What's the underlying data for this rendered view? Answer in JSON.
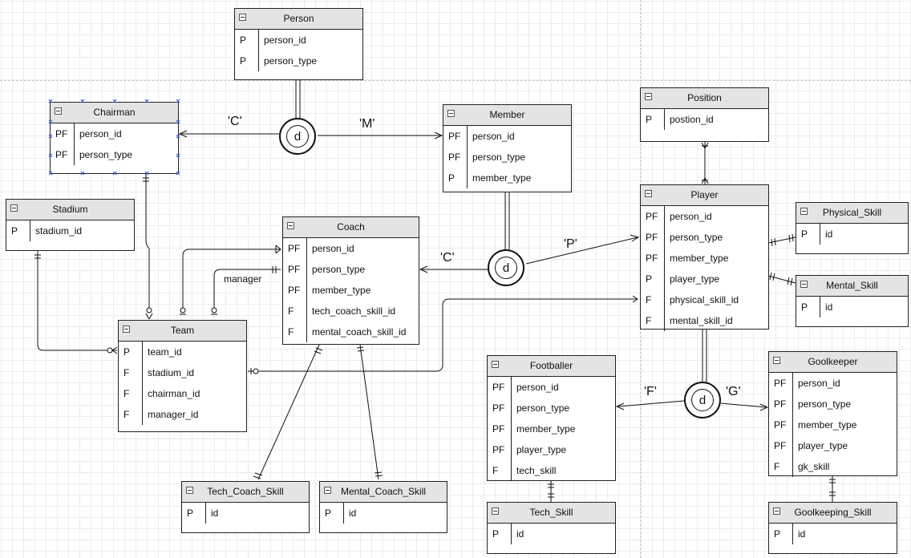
{
  "entities": {
    "person": {
      "title": "Person",
      "rows": [
        {
          "key": "P",
          "attr": "person_id"
        },
        {
          "key": "P",
          "attr": "person_type"
        }
      ]
    },
    "chairman": {
      "title": "Chairman",
      "rows": [
        {
          "key": "PF",
          "attr": "person_id"
        },
        {
          "key": "PF",
          "attr": "person_type"
        }
      ]
    },
    "member": {
      "title": "Member",
      "rows": [
        {
          "key": "PF",
          "attr": "person_id"
        },
        {
          "key": "PF",
          "attr": "person_type"
        },
        {
          "key": "P",
          "attr": "member_type"
        }
      ]
    },
    "position": {
      "title": "Position",
      "rows": [
        {
          "key": "P",
          "attr": "postion_id"
        }
      ]
    },
    "stadium": {
      "title": "Stadium",
      "rows": [
        {
          "key": "P",
          "attr": "stadium_id"
        }
      ]
    },
    "coach": {
      "title": "Coach",
      "rows": [
        {
          "key": "PF",
          "attr": "person_id"
        },
        {
          "key": "PF",
          "attr": "person_type"
        },
        {
          "key": "PF",
          "attr": "member_type"
        },
        {
          "key": "F",
          "attr": "tech_coach_skill_id"
        },
        {
          "key": "F",
          "attr": "mental_coach_skill_id"
        }
      ]
    },
    "player": {
      "title": "Player",
      "rows": [
        {
          "key": "PF",
          "attr": "person_id"
        },
        {
          "key": "PF",
          "attr": "person_type"
        },
        {
          "key": "PF",
          "attr": "member_type"
        },
        {
          "key": "P",
          "attr": "player_type"
        },
        {
          "key": "F",
          "attr": "physical_skill_id"
        },
        {
          "key": "F",
          "attr": "mental_skill_id"
        }
      ]
    },
    "physical_skill": {
      "title": "Physical_Skill",
      "rows": [
        {
          "key": "P",
          "attr": "id"
        }
      ]
    },
    "mental_skill": {
      "title": "Mental_Skill",
      "rows": [
        {
          "key": "P",
          "attr": "id"
        }
      ]
    },
    "team": {
      "title": "Team",
      "rows": [
        {
          "key": "P",
          "attr": "team_id"
        },
        {
          "key": "F",
          "attr": "stadium_id"
        },
        {
          "key": "F",
          "attr": "chairman_id"
        },
        {
          "key": "F",
          "attr": "manager_id"
        }
      ]
    },
    "footballer": {
      "title": "Footballer",
      "rows": [
        {
          "key": "PF",
          "attr": "person_id"
        },
        {
          "key": "PF",
          "attr": "person_type"
        },
        {
          "key": "PF",
          "attr": "member_type"
        },
        {
          "key": "PF",
          "attr": "player_type"
        },
        {
          "key": "F",
          "attr": "tech_skill"
        }
      ]
    },
    "goolkeeper": {
      "title": "Goolkeeper",
      "rows": [
        {
          "key": "PF",
          "attr": "person_id"
        },
        {
          "key": "PF",
          "attr": "person_type"
        },
        {
          "key": "PF",
          "attr": "member_type"
        },
        {
          "key": "PF",
          "attr": "player_type"
        },
        {
          "key": "F",
          "attr": "gk_skill"
        }
      ]
    },
    "tech_coach_skill": {
      "title": "Tech_Coach_Skill",
      "rows": [
        {
          "key": "P",
          "attr": "id"
        }
      ]
    },
    "mental_coach_skill": {
      "title": "Mental_Coach_Skill",
      "rows": [
        {
          "key": "P",
          "attr": "id"
        }
      ]
    },
    "tech_skill": {
      "title": "Tech_Skill",
      "rows": [
        {
          "key": "P",
          "attr": "id"
        }
      ]
    },
    "goolkeeping_skill": {
      "title": "Goolkeeping_Skill",
      "rows": [
        {
          "key": "P",
          "attr": "id"
        }
      ]
    }
  },
  "generalizations": {
    "person_gen": "d",
    "member_gen": "d",
    "player_gen": "d"
  },
  "labels": {
    "to_chairman": "'C'",
    "to_member": "'M'",
    "to_coach": "'C'",
    "to_player": "'P'",
    "to_footballer": "'F'",
    "to_goolkeeper": "'G'",
    "manager": "manager"
  },
  "colors": {
    "header": "#e4e4e4",
    "selection_handle": "#3a5ad6"
  }
}
